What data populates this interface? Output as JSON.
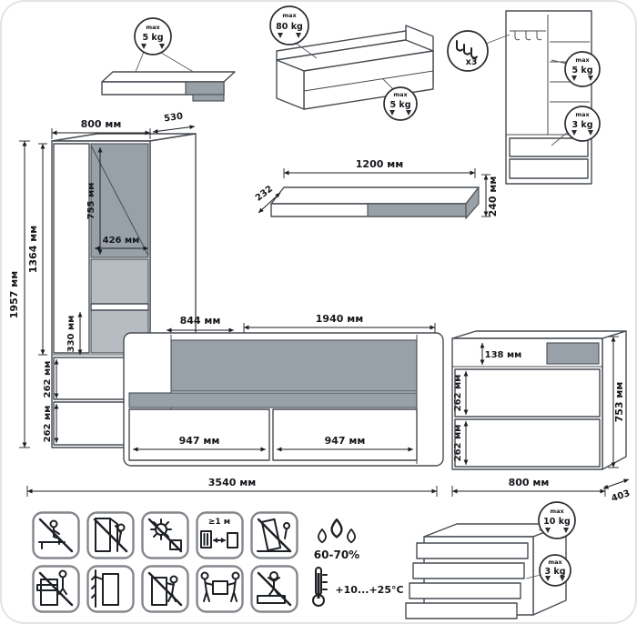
{
  "badges": {
    "wall_shelf": {
      "value": "5 kg",
      "max": "max"
    },
    "bed_top": {
      "value": "80 kg",
      "max": "max"
    },
    "bed_drawer": {
      "value": "5 kg",
      "max": "max"
    },
    "wardrobe_hooks": {
      "value": "x3"
    },
    "wardrobe_shelf": {
      "value": "5 kg",
      "max": "max"
    },
    "wardrobe_drawer": {
      "value": "3 kg",
      "max": "max"
    },
    "dresser_top": {
      "value": "10 kg",
      "max": "max"
    },
    "dresser_drawer": {
      "value": "3 kg",
      "max": "max"
    }
  },
  "dims": {
    "wardrobe_width": "800 мм",
    "wardrobe_depth": "530",
    "wardrobe_door_gray_height": "755 мм",
    "wardrobe_door_height": "1364 мм",
    "wardrobe_total_height": "1957 мм",
    "wardrobe_inner_width": "426 мм",
    "wardrobe_niche_height": "330 мм",
    "wardrobe_drawer1_height": "262 мм",
    "wardrobe_drawer2_height": "262 мм",
    "shelf_length": "1200 мм",
    "shelf_depth": "232",
    "shelf_height": "240 мм",
    "bed_width": "844 мм",
    "bed_length": "1940 мм",
    "bed_drawer1_width": "947 мм",
    "bed_drawer2_width": "947 мм",
    "total_length": "3540 мм",
    "dresser_top_height": "138 мм",
    "dresser_drawer1_height": "262 мм",
    "dresser_drawer2_height": "262 мм",
    "dresser_height": "753 мм",
    "dresser_width": "800 мм",
    "dresser_depth": "403"
  },
  "care": {
    "distance_label": "≥1 м",
    "humidity": "60-70%",
    "temperature": "+10...+25°С"
  }
}
